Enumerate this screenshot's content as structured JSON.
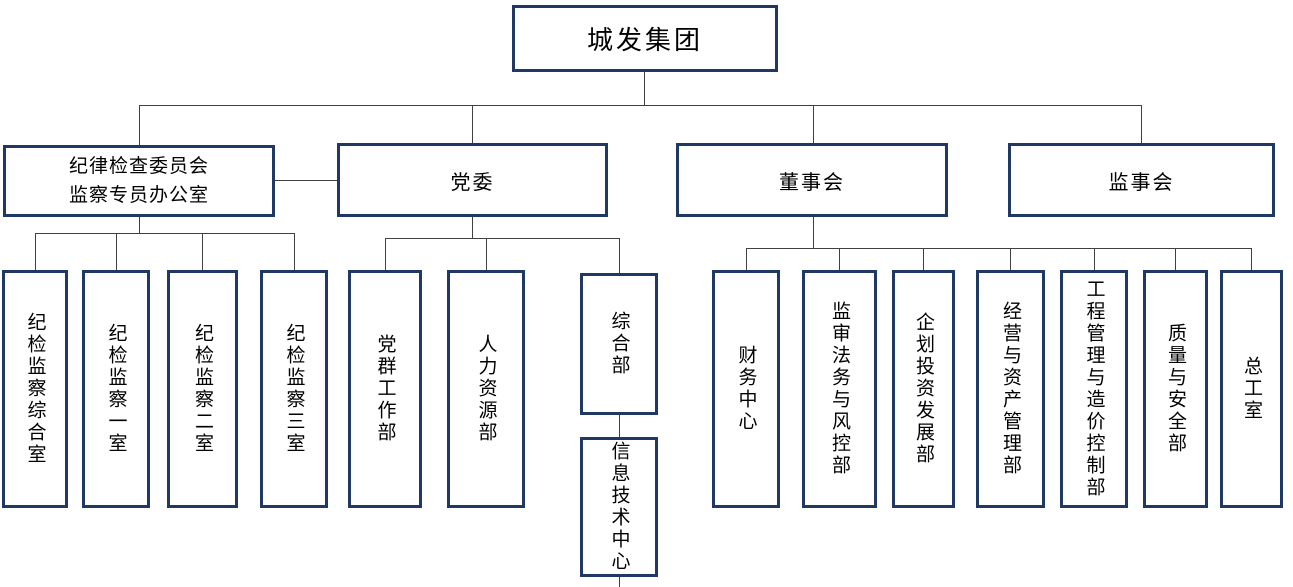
{
  "colors": {
    "box_border": "#1f3864",
    "connector": "#404040",
    "text": "#000000",
    "background": "#ffffff"
  },
  "org": {
    "root": {
      "label": "城发集团"
    },
    "level2": [
      {
        "label": "纪律检查委员会\n监察专员办公室"
      },
      {
        "label": "党委"
      },
      {
        "label": "董事会"
      },
      {
        "label": "监事会"
      }
    ],
    "discipline_children": [
      {
        "label": "纪检监察综合室"
      },
      {
        "label": "纪检监察一室"
      },
      {
        "label": "纪检监察二室"
      },
      {
        "label": "纪检监察三室"
      }
    ],
    "party_children": [
      {
        "label": "党群工作部"
      },
      {
        "label": "人力资源部"
      },
      {
        "label": "综合部"
      }
    ],
    "general_dept_children": [
      {
        "label": "信息技术中心"
      }
    ],
    "board_children": [
      {
        "label": "财务中心"
      },
      {
        "label": "监审法务与风控部"
      },
      {
        "label": "企划投资发展部"
      },
      {
        "label": "经营与资产管理部"
      },
      {
        "label": "工程管理与造价控制部"
      },
      {
        "label": "质量与安全部"
      },
      {
        "label": "总工室"
      }
    ]
  }
}
